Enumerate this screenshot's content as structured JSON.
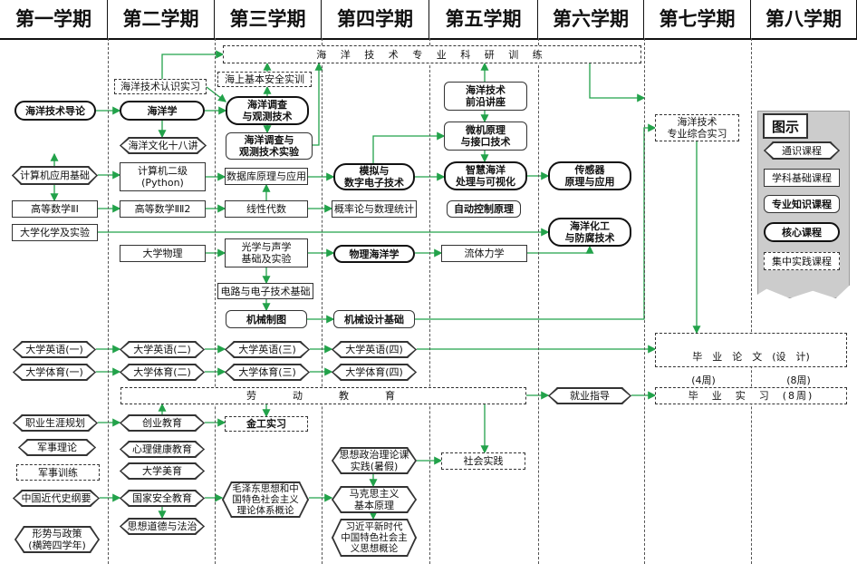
{
  "semesters": [
    "第一学期",
    "第二学期",
    "第三学期",
    "第四学期",
    "第五学期",
    "第六学期",
    "第七学期",
    "第八学期"
  ],
  "legend": {
    "title": "图示",
    "general": "通识课程",
    "basic": "学科基础课程",
    "professional": "专业知识课程",
    "core": "核心课程",
    "practice": "集中实践课程"
  },
  "courses": {
    "research_training": "海 洋 技 术 专 业 科 研 训 练",
    "marine_cognition": "海洋技术认识实习",
    "marine_safety": "海上基本安全实训",
    "marine_intro": "海洋技术导论",
    "marine_science": "海洋学",
    "marine_survey": "海洋调查\n与观测技术",
    "marine_frontier": "海洋技术\n前沿讲座",
    "marine_culture": "海洋文化十八讲",
    "survey_lab": "海洋调查与\n观测技术实验",
    "micro": "微机原理\n与接口技术",
    "comprehensive": "海洋技术\n专业综合实习",
    "computer_basic": "计算机应用基础",
    "computer_l2": "计算机二级\n(Python)",
    "database": "数据库原理与应用",
    "analog_digital": "模拟与\n数字电子技术",
    "smart_ocean": "智慧海洋\n处理与可视化",
    "sensor": "传感器\n原理与应用",
    "math1": "高等数学ⅡⅠ",
    "math2": "高等数学ⅡⅡ2",
    "linear": "线性代数",
    "probability": "概率论与数理统计",
    "auto_control": "自动控制原理",
    "chemistry": "大学化学及实验",
    "marine_chem": "海洋化工\n与防腐技术",
    "physics": "大学物理",
    "optics": "光学与声学\n基础及实验",
    "physical_ocean": "物理海洋学",
    "fluid": "流体力学",
    "circuits": "电路与电子技术基础",
    "drawing": "机械制图",
    "mech_design": "机械设计基础",
    "eng1": "大学英语(一)",
    "eng2": "大学英语(二)",
    "eng3": "大学英语(三)",
    "eng4": "大学英语(四)",
    "pe1": "大学体育(一)",
    "pe2": "大学体育(二)",
    "pe3": "大学体育(三)",
    "pe4": "大学体育(四)",
    "thesis": "毕　业　论　文　(设　计)",
    "thesis_weeks_a": "(4周)",
    "thesis_weeks_b": "(8周)",
    "labor": "劳　　动　　教　　育",
    "employment": "就业指导",
    "internship": "毕　业　实　习　(8周)",
    "career": "职业生涯规划",
    "entrepreneur": "创业教育",
    "metal": "金工实习",
    "military_theory": "军事理论",
    "mental": "心理健康教育",
    "ideology_practice": "思想政治理论课\n实践(暑假)",
    "social_practice": "社会实践",
    "military_training": "军事训练",
    "aesthetics": "大学美育",
    "modern_history": "中国近代史纲要",
    "security": "国家安全教育",
    "mao": "毛泽东思想和中\n国特色社会主义\n理论体系概论",
    "marx": "马克思主义\n基本原理",
    "morality": "思想道德与法治",
    "xi": "习近平新时代\n中国特色社会主\n义思想概论",
    "situation": "形势与政策\n(横跨四学年)"
  },
  "colors": {
    "arrow": "#22a24a",
    "border": "#333333",
    "legend_bg": "#cccccc"
  }
}
